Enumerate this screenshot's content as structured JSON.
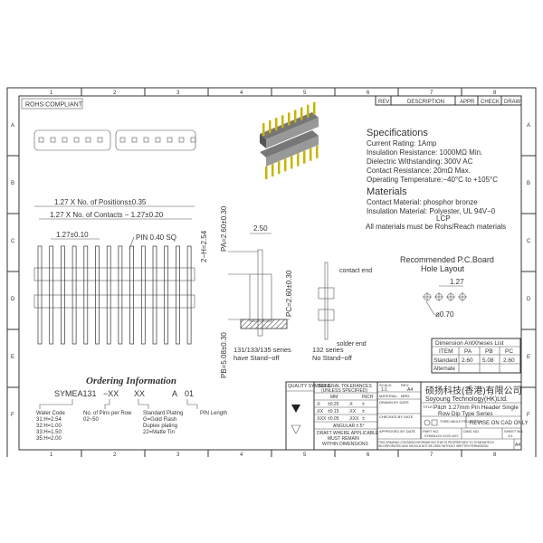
{
  "frame": {
    "columns": [
      "1",
      "2",
      "3",
      "4",
      "5",
      "6",
      "7",
      "8"
    ],
    "rows": [
      "A",
      "B",
      "C",
      "D",
      "E",
      "F"
    ]
  },
  "rohs_label": "ROHS COMPLIANT",
  "revision_table": {
    "headers": [
      "REV",
      "DESCRIPTION",
      "APPR",
      "CHECK",
      "DRAW"
    ]
  },
  "specs": {
    "title": "Specifications",
    "lines": [
      "Current Rating:   1Amp",
      "Insulation Resistance:   1000MΩ  Min.",
      "Dielectric Withstanding:   300V AC",
      "Contact Resistance:   20mΩ  Max.",
      "Operating Temperature:−40°C  to  +105°C"
    ],
    "materials_title": "Materials",
    "materials": [
      "Contact Material: phosphor bronze",
      "Insulation Material: Polyester, UL 94V−0",
      "LCP",
      "All materials must be Rohs/Reach materials"
    ]
  },
  "front_view": {
    "dim_positions": "1.27  X  No.  of  Positions±0.35",
    "dim_contacts": "1.27  X  No.  of  Contacts  −  1.27±0.20",
    "dim_pitch": "1.27±0.10",
    "pin_label": "PIN  0.40  SQ",
    "h_label": "2−H=2.54"
  },
  "side_view": {
    "pa": "PA=2.60±0.30",
    "width": "2.50",
    "pc": "PC=2.60±0.30",
    "pb": "PB=5.08±0.30",
    "series_a": [
      "131/133/135  series",
      "have  Stand−off"
    ],
    "series_b": [
      "132  series",
      "No  Stand−off"
    ],
    "contact_end": "contact  end",
    "solder_end": "solder  end"
  },
  "pcb": {
    "title": [
      "Recommended  P.C.Board",
      "Hole  Layout"
    ],
    "pitch": "1.27",
    "hole": "ø0.70"
  },
  "dim_table": {
    "title": "Dimension  AntXheses  List",
    "headers": [
      "ITEM",
      "PA",
      "PB",
      "PC"
    ],
    "rows": [
      [
        "Standard",
        "2.60",
        "5.08",
        "2.60"
      ],
      [
        "Alternate",
        "",
        "",
        ""
      ]
    ]
  },
  "ordering": {
    "title": "Ordering Information",
    "code": [
      "SYMEA131",
      "−XX",
      "XX",
      "A",
      "01"
    ],
    "water_code": [
      "Water Code",
      "31:H=2.54",
      "32:H=1.00",
      "33:H=1.50",
      "35:H=2.00"
    ],
    "pins": [
      "No. of Pins per Row",
      "02~50"
    ],
    "plating": [
      "Standard Plating",
      "G=Gold Flash",
      "Duplex plating",
      "22=Matte Tin"
    ],
    "pin_length": "PIN Length"
  },
  "title_block": {
    "quality": "QUALITY SYMBOLS",
    "tol_title": "GENERAL TOLERANCES",
    "tol_sub": "(UNLESS SPECIFIED)",
    "tol_headers": [
      "MM",
      "INCH"
    ],
    "tol_rows": [
      [
        ".X",
        "±0.25",
        ".X",
        "±"
      ],
      [
        ".XX",
        "±0.15",
        ".XX",
        "±"
      ],
      [
        ".XXX",
        "±0.05",
        ".XXX",
        "±"
      ]
    ],
    "angular": "ANGULAR ±.5°",
    "draft": [
      "DRAFT WHERE APPLICABLE",
      "MUST REMAIN",
      "WITHIN DIMENSIONS"
    ],
    "scale_label": "SCALE:",
    "scale": "1:1",
    "rev_label": "REV:",
    "size": "A4",
    "material": "MATERIAL:",
    "mrd": "MRD:",
    "drawn": "DRAWN BY   DATE",
    "checked": "CHECKED BY   DATE",
    "approved": "APPROVED BY   DATE",
    "company_cn": "硕扬科技(香港)有限公司",
    "company_en": "Soyoung Technology(HK)Ltd.",
    "title_label": "TITLE:",
    "title": [
      "Pitch 1.27mm Pin Header Single",
      "Row Dip Type Series"
    ],
    "projection": "THIRD ANGLE PROJECTION",
    "revise": "REVISE ON CAD ONLY",
    "part_label": "PART NO.",
    "part_no": "SYMEA1XX-XXXX-AXX",
    "dwg_label": "DWG NO.",
    "sheet_label": "SHEET NO.",
    "sheet": "1/1",
    "notice": [
      "THIS DRAWING CONTAINS INFORMATION THAT IS PROPRIETARY TO SYMEANTECH",
      "INCORPORATED AND SHOULD NOT BE USED WITHOUT WRITTEN PERMISSION"
    ],
    "size2": "A4"
  }
}
